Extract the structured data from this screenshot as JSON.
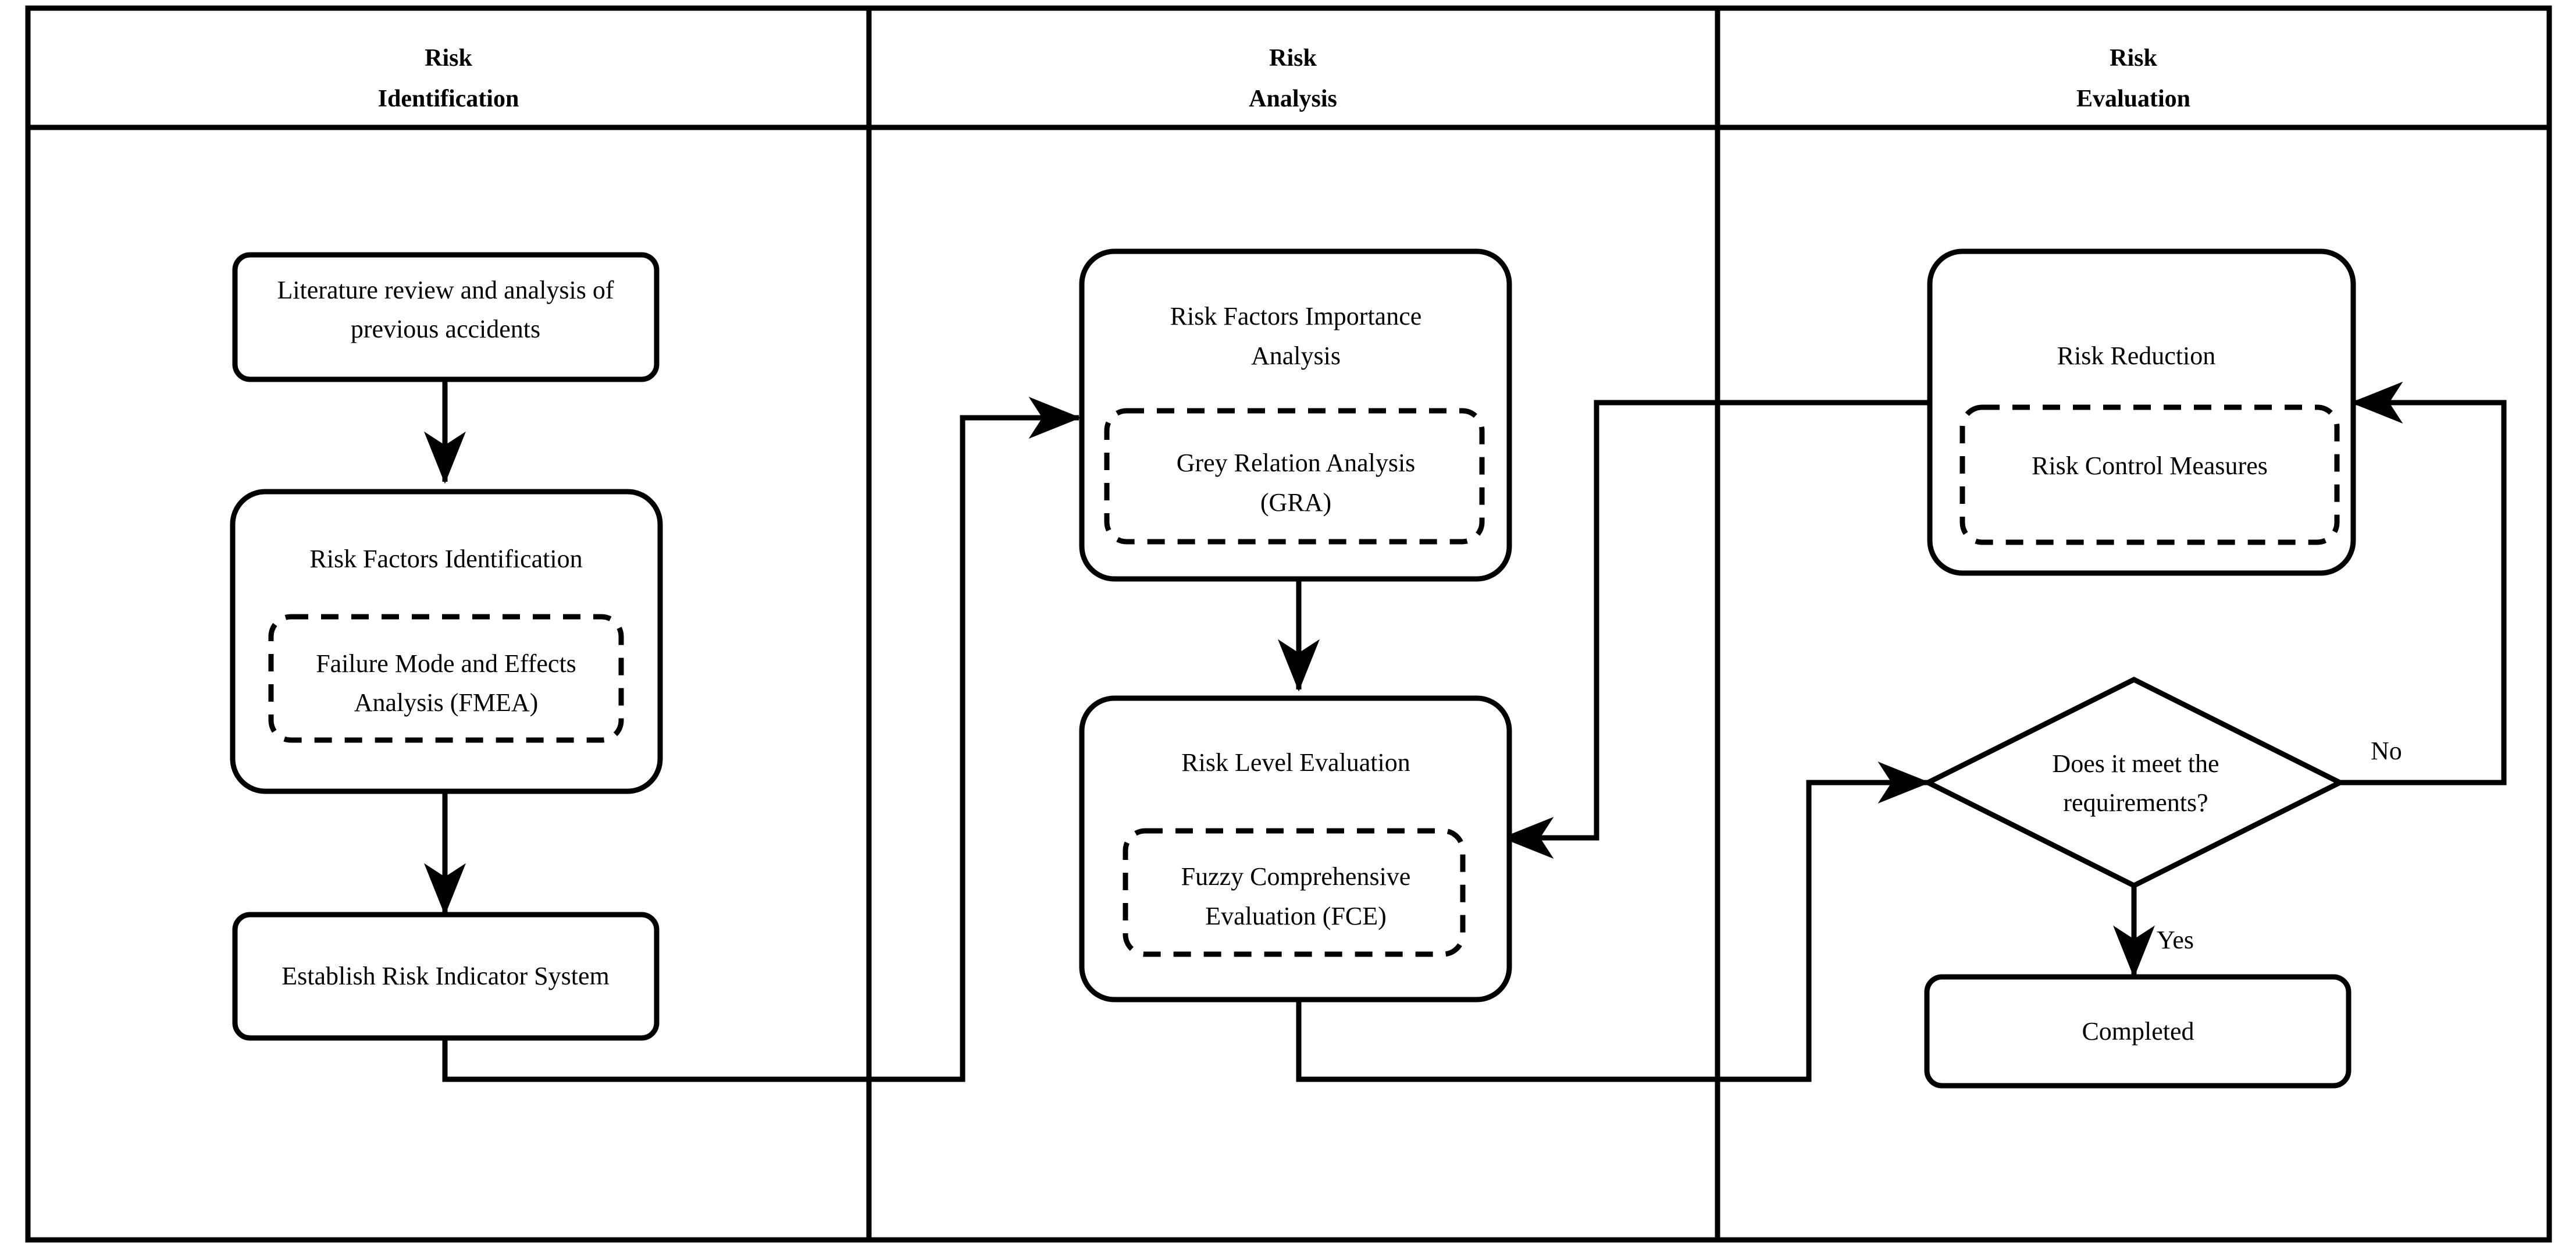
{
  "diagram": {
    "title": "Risk assessment process flowchart",
    "colors": {
      "stroke": "#000000",
      "background": "#ffffff"
    },
    "lanes": [
      {
        "id": "lane-risk-identification",
        "title_line1": "Risk",
        "title_line2": "Identification"
      },
      {
        "id": "lane-risk-analysis",
        "title_line1": "Risk",
        "title_line2": "Analysis"
      },
      {
        "id": "lane-risk-evaluation",
        "title_line1": "Risk",
        "title_line2": "Evaluation"
      }
    ],
    "nodes": {
      "literature_review": {
        "line1": "Literature review and analysis of",
        "line2": "previous accidents"
      },
      "risk_factors_identification": {
        "title": "Risk Factors Identification",
        "method_line1": "Failure Mode and Effects",
        "method_line2": "Analysis (FMEA)"
      },
      "establish_indicator_system": {
        "title": "Establish Risk Indicator System"
      },
      "risk_factors_importance": {
        "title_line1": "Risk Factors Importance",
        "title_line2": "Analysis",
        "method_line1": "Grey Relation Analysis",
        "method_line2": "(GRA)"
      },
      "risk_level_evaluation": {
        "title": "Risk Level Evaluation",
        "method_line1": "Fuzzy Comprehensive",
        "method_line2": "Evaluation (FCE)"
      },
      "risk_reduction": {
        "title": "Risk Reduction",
        "method": "Risk Control Measures"
      },
      "decision": {
        "line1": "Does it meet the",
        "line2": "requirements?"
      },
      "completed": {
        "title": "Completed"
      }
    },
    "edge_labels": {
      "no": "No",
      "yes": "Yes"
    }
  }
}
